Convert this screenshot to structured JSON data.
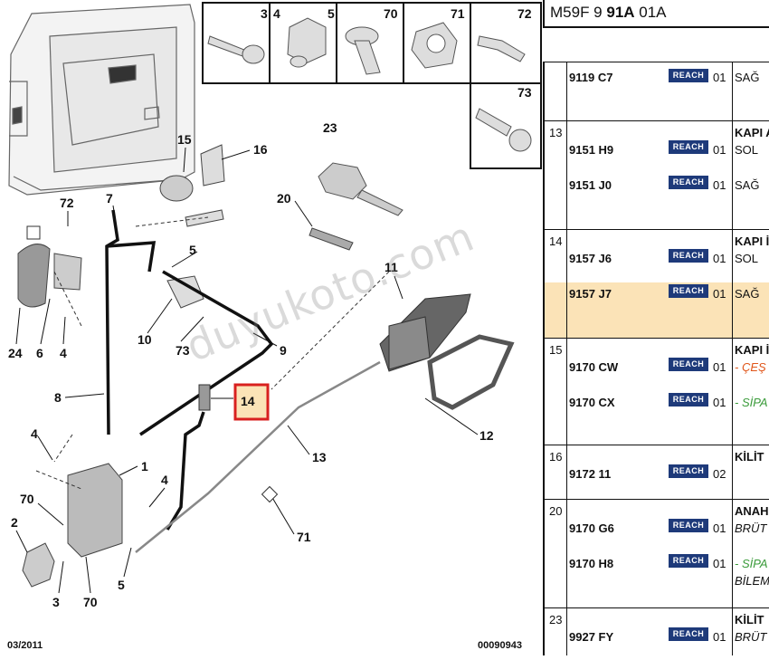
{
  "diagram": {
    "callouts": [
      "3",
      "4",
      "5",
      "70",
      "71",
      "72",
      "73",
      "23",
      "15",
      "16",
      "72",
      "7",
      "20",
      "5",
      "11",
      "24",
      "6",
      "4",
      "10",
      "73",
      "9",
      "8",
      "14",
      "13",
      "4",
      "1",
      "4",
      "12",
      "70",
      "2",
      "3",
      "70",
      "5",
      "71"
    ],
    "highlighted_callout": "14",
    "watermark": "duyukoto.com",
    "footer_left": "03/2011",
    "footer_right": "00090943"
  },
  "panel": {
    "title_prefix": "M59F 9 ",
    "title_bold": "91A",
    "title_suffix": " 01A",
    "groups": [
      {
        "num": "",
        "header": "",
        "rows": [
          {
            "ref": "9119 C7",
            "reach": "REACH",
            "qty": "01",
            "desc": "SAĞ",
            "style": "plain"
          }
        ]
      },
      {
        "num": "13",
        "header": "KAPI A",
        "rows": [
          {
            "ref": "9151 H9",
            "reach": "REACH",
            "qty": "01",
            "desc": "SOL",
            "style": "plain"
          },
          {
            "ref": "9151 J0",
            "reach": "REACH",
            "qty": "01",
            "desc": "SAĞ",
            "style": "plain"
          }
        ]
      },
      {
        "num": "14",
        "header": "KAPI İ",
        "rows": [
          {
            "ref": "9157 J6",
            "reach": "REACH",
            "qty": "01",
            "desc": "SOL",
            "style": "plain"
          },
          {
            "ref": "9157 J7",
            "reach": "REACH",
            "qty": "01",
            "desc": "SAĞ",
            "style": "plain",
            "highlight": true
          }
        ]
      },
      {
        "num": "15",
        "header": "KAPI İ",
        "rows": [
          {
            "ref": "9170 CW",
            "reach": "REACH",
            "qty": "01",
            "desc": "- ÇEŞ",
            "style": "orange"
          },
          {
            "ref": "9170 CX",
            "reach": "REACH",
            "qty": "01",
            "desc": "- SİPA",
            "style": "green"
          }
        ]
      },
      {
        "num": "16",
        "header": "KİLİT",
        "rows": [
          {
            "ref": "9172 11",
            "reach": "REACH",
            "qty": "02",
            "desc": "",
            "style": "plain"
          }
        ]
      },
      {
        "num": "20",
        "header": "ANAH",
        "rows": [
          {
            "ref": "9170 G6",
            "reach": "REACH",
            "qty": "01",
            "desc": "BRÜT",
            "style": "italic"
          },
          {
            "ref": "9170 H8",
            "reach": "REACH",
            "qty": "01",
            "desc": "- SİPA",
            "style": "green",
            "extra": "BİLEM"
          }
        ]
      },
      {
        "num": "23",
        "header": "KİLİT",
        "rows": [
          {
            "ref": "9927 FY",
            "reach": "REACH",
            "qty": "01",
            "desc": "BRÜT",
            "style": "italic"
          }
        ]
      }
    ]
  }
}
